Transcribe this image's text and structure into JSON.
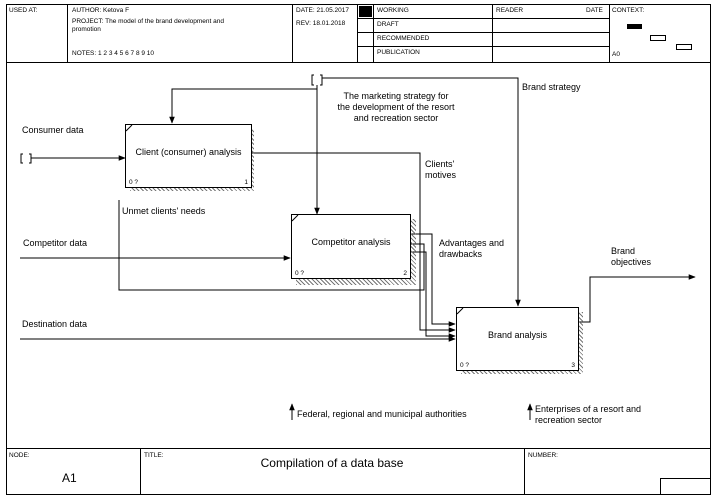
{
  "header": {
    "used_at": "USED AT:",
    "author": "AUTHOR:  Ketova F",
    "project": "PROJECT:  The model of the brand development  and promotion",
    "notes": "NOTES:  1  2  3  4  5  6  7  8  9  10",
    "date": "DATE:  21.05.2017",
    "rev": "REV:    18.01.2018",
    "working": "WORKING",
    "draft": "DRAFT",
    "recommended": "RECOMMENDED",
    "publication": "PUBLICATION",
    "reader": "READER",
    "reader_date": "DATE",
    "context": "CONTEXT:",
    "context_node": "A0"
  },
  "boxes": {
    "client": {
      "title": "Client (consumer) analysis",
      "cost": "0 ?",
      "num": "1"
    },
    "competitor": {
      "title": "Competitor analysis",
      "cost": "0 ?",
      "num": "2"
    },
    "brand": {
      "title": "Brand analysis",
      "cost": "0 ?",
      "num": "3"
    }
  },
  "arrows": {
    "consumer_data": "Consumer data",
    "competitor_data": "Competitor data",
    "destination_data": "Destination data",
    "marketing_strategy": "The marketing strategy for the development of the resort and recreation sector",
    "brand_strategy": "Brand strategy",
    "clients_motives": "Clients' motives",
    "unmet_needs": "Unmet clients' needs",
    "adv_drawbacks": "Advantages and drawbacks",
    "brand_objectives": "Brand objectives",
    "federal": "Federal, regional and municipal authorities",
    "enterprises": "Enterprises of a resort and recreation sector"
  },
  "footer": {
    "node_label": "NODE:",
    "node_value": "A1",
    "title_label": "TITLE:",
    "title_value": "Compilation of a data base",
    "number_label": "NUMBER:"
  }
}
